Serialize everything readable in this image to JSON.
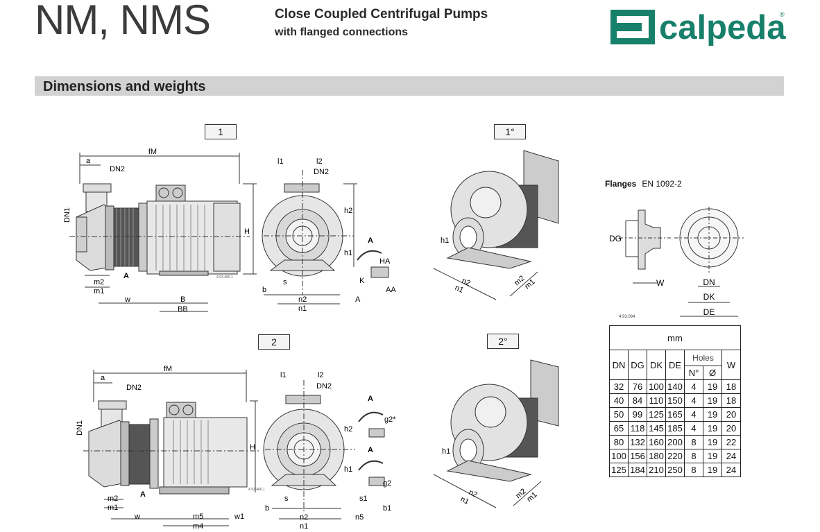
{
  "header": {
    "title": "NM, NMS",
    "subtitle_line1": "Close Coupled Centrifugal Pumps",
    "subtitle_line2": "with flanged connections",
    "logo_text": "calpeda",
    "logo_mark": "®",
    "brand_color": "#17806a"
  },
  "section": {
    "title": "Dimensions and weights"
  },
  "figures": {
    "fig1_tag": "1",
    "fig1b_tag": "1°",
    "fig2_tag": "2",
    "fig2b_tag": "2°",
    "code_pump": "4.93.466.1",
    "code_flange": "4.93.094"
  },
  "labels": {
    "fM": "fM",
    "a": "a",
    "DN2": "DN2",
    "DN1": "DN1",
    "H": "H",
    "m1": "m1",
    "m2": "m2",
    "w": "w",
    "B": "B",
    "BB": "BB",
    "l1": "l1",
    "l2": "l2",
    "h1": "h1",
    "h2": "h2",
    "b": "b",
    "s": "s",
    "n1": "n1",
    "n2": "n2",
    "A": "A",
    "HA": "HA",
    "K": "K",
    "AA": "AA",
    "m4": "m4",
    "m5": "m5",
    "w1": "w1",
    "n5": "n5",
    "s1": "s1",
    "b1": "b1",
    "g2": "g2",
    "g2star": "g2*",
    "DG": "DG",
    "W": "W",
    "DN": "DN",
    "DK": "DK",
    "DE": "DE"
  },
  "flanges": {
    "title": "Flanges",
    "standard": "EN 1092-2"
  },
  "table": {
    "unit": "mm",
    "holes_label": "Holes",
    "columns": [
      "DN",
      "DG",
      "DK",
      "DE",
      "N°",
      "Ø",
      "W"
    ],
    "rows": [
      [
        "32",
        "76",
        "100",
        "140",
        "4",
        "19",
        "18"
      ],
      [
        "40",
        "84",
        "110",
        "150",
        "4",
        "19",
        "18"
      ],
      [
        "50",
        "99",
        "125",
        "165",
        "4",
        "19",
        "20"
      ],
      [
        "65",
        "118",
        "145",
        "185",
        "4",
        "19",
        "20"
      ],
      [
        "80",
        "132",
        "160",
        "200",
        "8",
        "19",
        "22"
      ],
      [
        "100",
        "156",
        "180",
        "220",
        "8",
        "19",
        "24"
      ],
      [
        "125",
        "184",
        "210",
        "250",
        "8",
        "19",
        "24"
      ]
    ]
  }
}
